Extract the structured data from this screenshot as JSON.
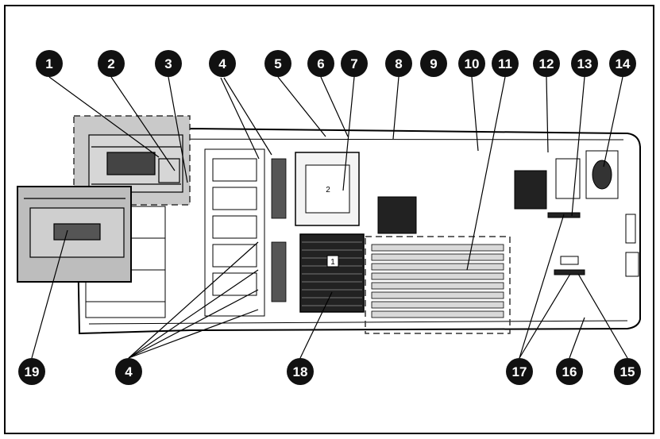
{
  "callouts": {
    "c1": "1",
    "c2": "2",
    "c3": "3",
    "c4_top": "4",
    "c5": "5",
    "c6": "6",
    "c7": "7",
    "c8": "8",
    "c9": "9",
    "c10": "10",
    "c11": "11",
    "c12": "12",
    "c13": "13",
    "c14": "14",
    "c19": "19",
    "c4_bottom": "4",
    "c18": "18",
    "c17": "17",
    "c16": "16",
    "c15": "15"
  },
  "processor_labels": {
    "p2": "2",
    "p1": "1"
  },
  "colors": {
    "board_line": "#000000",
    "inset_gray": "#bdbdbd",
    "callout_fill": "#111111"
  }
}
